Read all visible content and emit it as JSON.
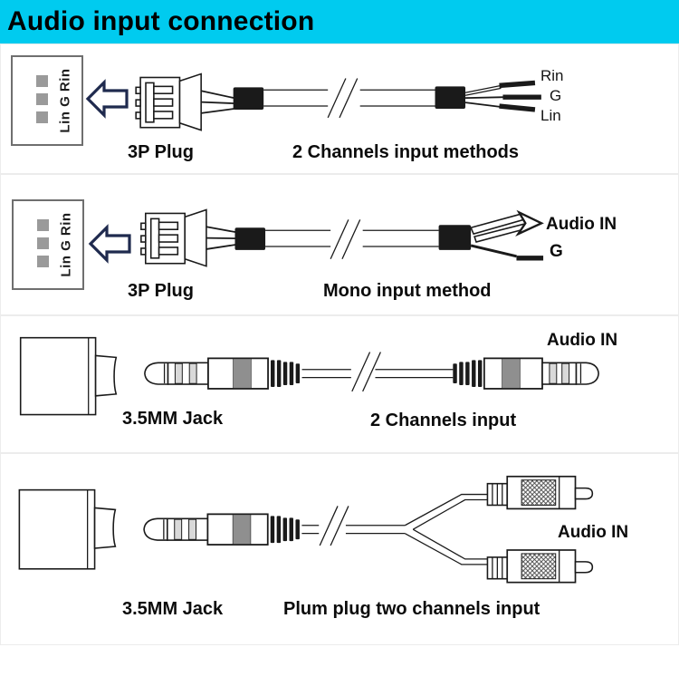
{
  "header": {
    "title": "Audio input connection"
  },
  "sections": [
    {
      "id": "3p-two-channel",
      "plug_label": "3P Plug",
      "caption": "2 Channels input methods",
      "socket_label": "Lin G Rin",
      "wire_labels": [
        "Rin",
        "G",
        "Lin"
      ]
    },
    {
      "id": "3p-mono",
      "plug_label": "3P Plug",
      "caption": "Mono input method",
      "socket_label": "Lin G Rin",
      "wire_labels": [
        "Audio IN",
        "G"
      ]
    },
    {
      "id": "jack-two-channel",
      "plug_label": "3.5MM Jack",
      "caption": "2 Channels input",
      "wire_labels": [
        "Audio IN"
      ]
    },
    {
      "id": "jack-rca",
      "plug_label": "3.5MM Jack",
      "caption": "Plum plug two channels input",
      "wire_labels": [
        "Audio IN"
      ]
    }
  ],
  "colors": {
    "header_bg": "#00cbef",
    "arrow_outline": "#1f2a4e",
    "line_art": "#1a1a1a",
    "divider": "#ececec",
    "plug_band_gray": "#8f8f8f",
    "socket_square_gray": "#9a9a9a",
    "socket_border": "#6f6f6f"
  }
}
